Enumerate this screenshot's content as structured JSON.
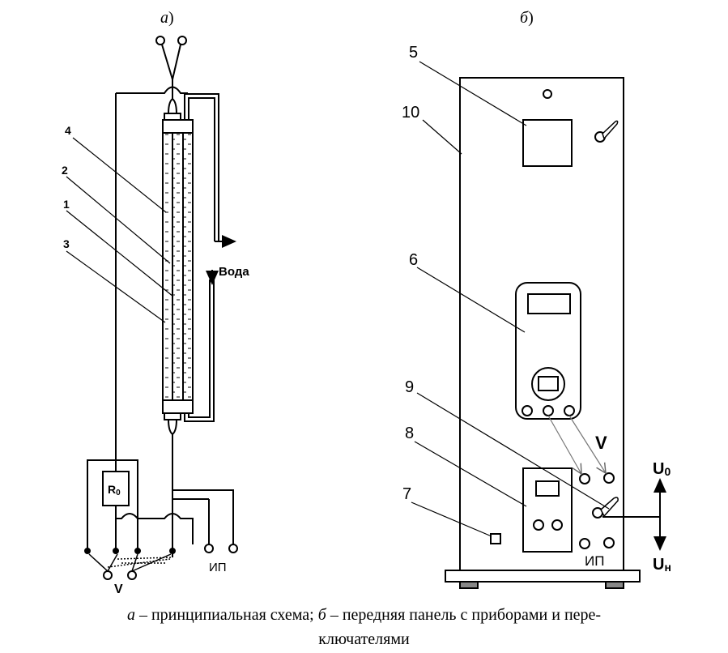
{
  "panel_a": {
    "title_letter": "а",
    "title_paren": ")",
    "labels": {
      "n4": "4",
      "n2": "2",
      "n1": "1",
      "n3": "3"
    },
    "water_label": "Вода",
    "resistor_label": "R",
    "resistor_sub": "0",
    "voltmeter_label": "V",
    "power_label": "ИП"
  },
  "panel_b": {
    "title_letter": "б",
    "title_paren": ")",
    "labels": {
      "n5": "5",
      "n10": "10",
      "n6": "6",
      "n9": "9",
      "n8": "8",
      "n7": "7"
    },
    "voltmeter_label": "V",
    "u0_main": "U",
    "u0_sub": "0",
    "un_main": "U",
    "un_sub": "н",
    "power_label": "ИП"
  },
  "caption": {
    "a_letter": "а",
    "a_text": " – принципиальная схема; ",
    "b_letter": "б",
    "b_text": " – передняя панель с приборами и пере-",
    "line2": "ключателями"
  }
}
